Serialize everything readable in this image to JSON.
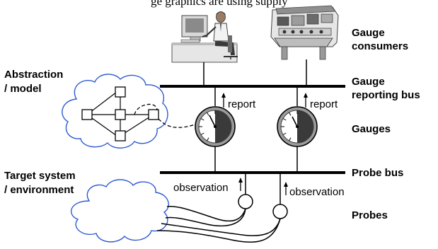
{
  "top_text": "ge graphics are using supply",
  "labels": {
    "gauge_consumers": [
      "Gauge",
      "consumers"
    ],
    "gauge_reporting_bus": [
      "Gauge",
      "reporting bus"
    ],
    "abstraction_model": [
      "Abstraction",
      "/ model"
    ],
    "gauges": "Gauges",
    "target_system": [
      "Target system",
      "/ environment"
    ],
    "probe_bus": "Probe bus",
    "probes": "Probes",
    "report_left": "report",
    "report_right": "report",
    "observation_left": "observation",
    "observation_right": "observation"
  },
  "colors": {
    "cloud_stroke": "#2f5bd0",
    "bus": "#000000"
  }
}
